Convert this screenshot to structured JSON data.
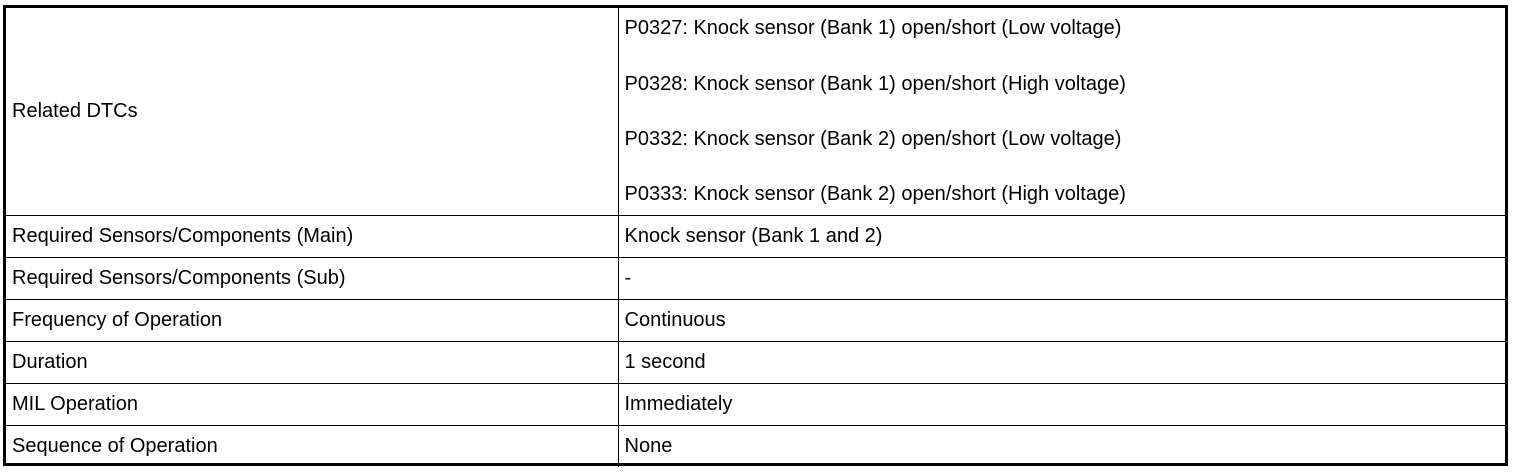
{
  "table": {
    "related_dtcs": {
      "label": "Related DTCs",
      "codes": [
        "P0327: Knock sensor (Bank 1) open/short (Low voltage)",
        "P0328: Knock sensor (Bank 1) open/short (High voltage)",
        "P0332: Knock sensor (Bank 2) open/short (Low voltage)",
        "P0333: Knock sensor (Bank 2) open/short (High voltage)"
      ]
    },
    "rows": [
      {
        "label": "Required Sensors/Components (Main)",
        "value": "Knock sensor (Bank 1 and 2)"
      },
      {
        "label": "Required Sensors/Components (Sub)",
        "value": "-"
      },
      {
        "label": "Frequency of Operation",
        "value": "Continuous"
      },
      {
        "label": "Duration",
        "value": "1 second"
      },
      {
        "label": "MIL Operation",
        "value": "Immediately"
      },
      {
        "label": "Sequence of Operation",
        "value": "None"
      }
    ]
  }
}
